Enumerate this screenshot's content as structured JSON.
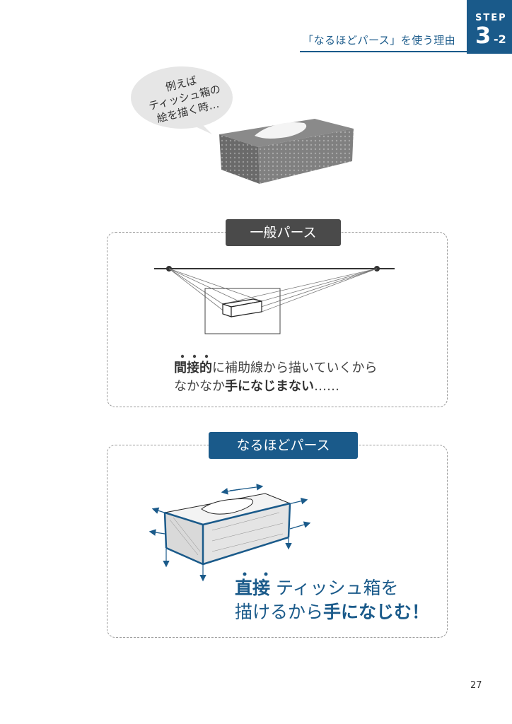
{
  "header": {
    "title": "「なるほどパース」を使う理由",
    "step_label": "STEP",
    "step_number": "3",
    "step_sub": "-2",
    "accent_color": "#1a5a8a"
  },
  "bubble": {
    "line1": "例えば",
    "line2": "ティッシュ箱の",
    "line3": "絵を描く時…"
  },
  "panel1": {
    "tag": "一般パース",
    "line1_strong": "間接的",
    "line1_rest": "に補助線から描いていくから",
    "line2_pre": "なかなか",
    "line2_strong": "手になじまない",
    "line2_post": "……"
  },
  "panel2": {
    "tag": "なるほどパース",
    "line1_strong": "直接",
    "line1_rest": " ティッシュ箱を",
    "line2_pre": "描けるから",
    "line2_strong": "手になじむ！"
  },
  "footer": {
    "page_number": "27"
  }
}
